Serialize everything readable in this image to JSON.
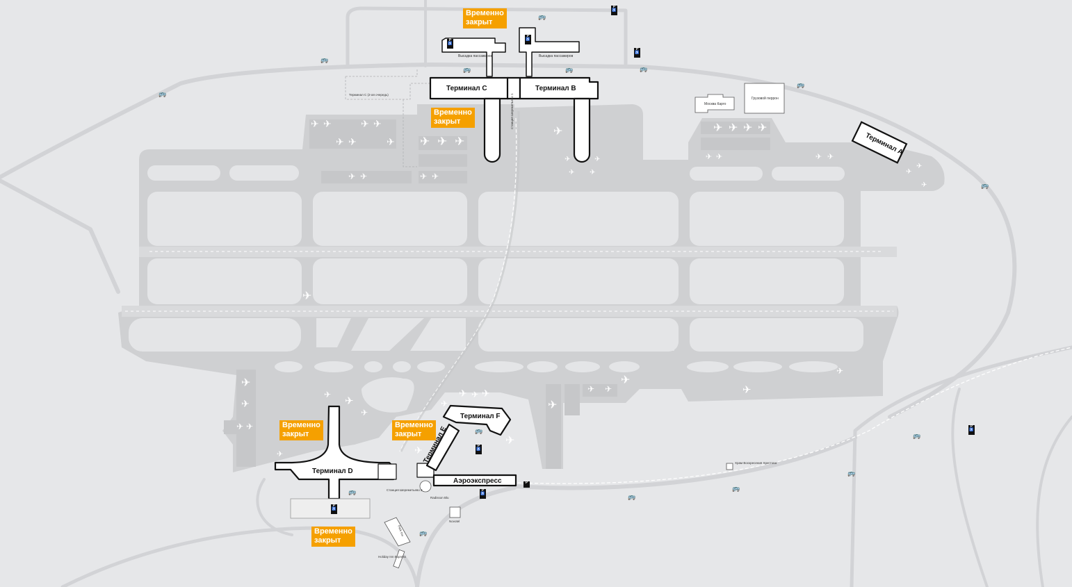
{
  "terminals": {
    "c": "Терминал C",
    "b": "Терминал B",
    "a": "Терминал A",
    "d": "Терминал D",
    "e": "Терминал E",
    "f": "Терминал F",
    "aeroexpress": "Аэроэкспресс"
  },
  "closed_badges": [
    "Временно\nзакрыт",
    "Временно\nзакрыт",
    "Временно\nзакрыт",
    "Временно\nзакрыт",
    "Временно\nзакрыт"
  ],
  "labels": {
    "dropoff_left": "Высадка\nпассажиров",
    "dropoff_right": "Высадка\nпассажиров",
    "terminal_c_second": "Терминал C (2-ая очередь)",
    "station_sheremetyevo_1": "Станция Шереметьево 1",
    "moscow_cargo": "Москва Карго",
    "cargo_terminal": "Грузовой перрон",
    "station_sheremetyevo_2": "Станция\nШереметьево 2",
    "radisson": "Radisson\nBlu",
    "novotel": "Novotel",
    "park_inn": "Park Inn",
    "holiday_inn": "Holiday Inn\nExpress",
    "church": "Храм\nВоскресения\nХристова"
  },
  "icons": {
    "plane": "airplane-icon",
    "bus": "bus-icon",
    "parking": "parking-accessible-icon",
    "parking_letter": "P",
    "accessible_glyph": "♿"
  },
  "colors": {
    "background": "#e6e7e9",
    "road": "#d3d4d7",
    "apron": "#cdcecf",
    "terminal_fill": "#ffffff",
    "terminal_outline": "#111111",
    "badge": "#f5a000"
  }
}
